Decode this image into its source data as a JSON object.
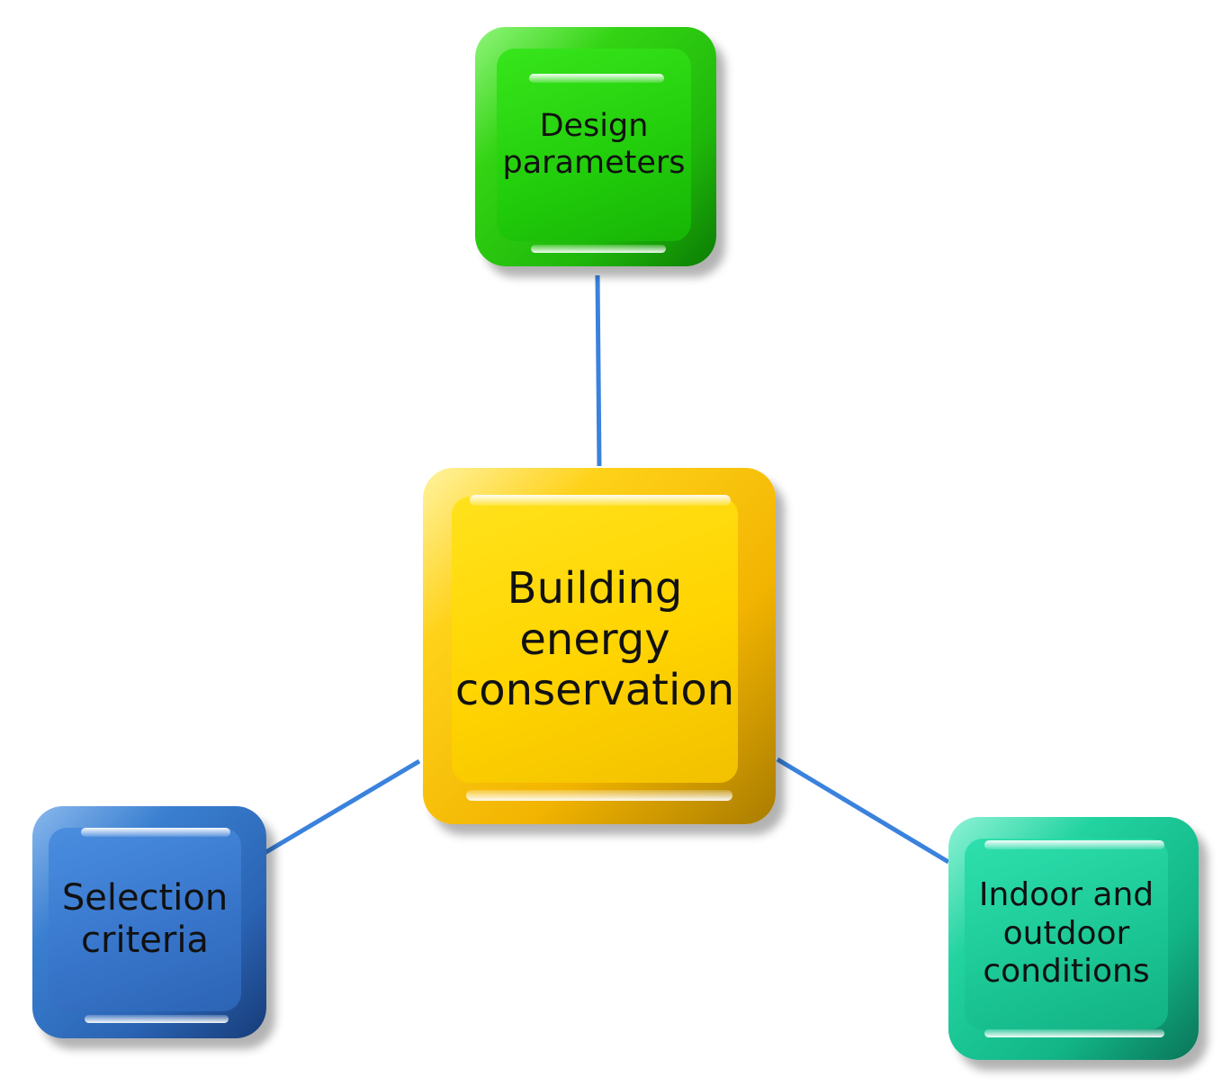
{
  "diagram": {
    "center": {
      "label": "Building\nenergy\nconservation",
      "color": "#ffd400"
    },
    "nodes": {
      "design": {
        "label": "Design\nparameters",
        "color": "#21cc0a"
      },
      "selection": {
        "label": "Selection\ncriteria",
        "color": "#3876cb"
      },
      "indoor": {
        "label": "Indoor and\noutdoor\nconditions",
        "color": "#1cc896"
      }
    },
    "connector_color": "#3a82dd"
  }
}
